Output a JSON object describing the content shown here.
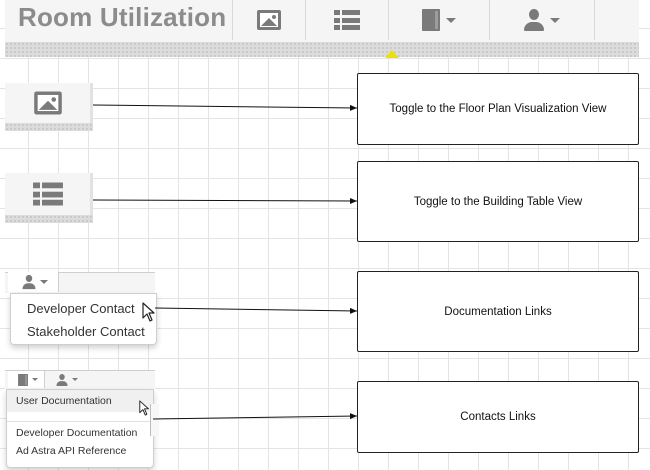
{
  "header": {
    "title": "Room Utilization",
    "buttons": [
      {
        "icon": "image-icon"
      },
      {
        "icon": "list-icon"
      },
      {
        "icon": "book-icon",
        "dropdown": true
      },
      {
        "icon": "user-icon",
        "dropdown": true
      }
    ]
  },
  "contact_menu": {
    "items": [
      "Developer Contact",
      "Stakeholder Contact"
    ]
  },
  "documentation_menu": {
    "items": [
      "User Documentation",
      "Developer Documentation",
      "Ad Astra API Reference"
    ]
  },
  "annotations": [
    "Toggle to the Floor Plan Visualization View",
    "Toggle to the Building Table View",
    "Documentation Links",
    "Contacts Links"
  ],
  "colors": {
    "header_title": "#8c8c8c",
    "icon": "#7a7a7a",
    "grid": "#e4e4e4",
    "box_border": "#222222",
    "accent_mark": "#e8e010"
  }
}
